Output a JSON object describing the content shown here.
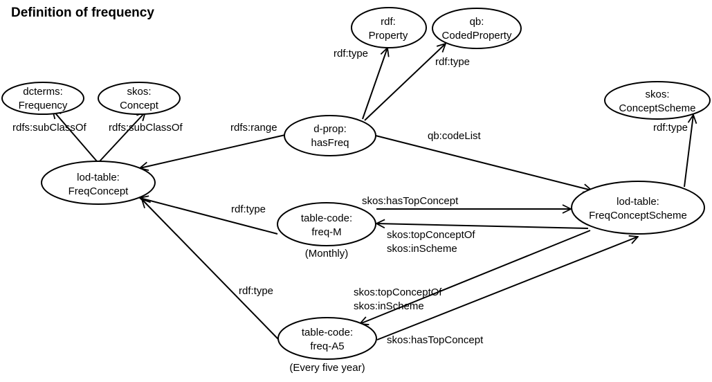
{
  "title": "Definition of frequency",
  "nodes": {
    "rdf_property": [
      "rdf:",
      "Property"
    ],
    "qb_codedproperty": [
      "qb:",
      "CodedProperty"
    ],
    "dcterms_frequency": [
      "dcterms:",
      "Frequency"
    ],
    "skos_concept": [
      "skos:",
      "Concept"
    ],
    "skos_conceptscheme": [
      "skos:",
      "ConceptScheme"
    ],
    "dprop_hasfreq": [
      "d-prop:",
      "hasFreq"
    ],
    "lod_freqconcept": [
      "lod-table:",
      "FreqConcept"
    ],
    "lod_freqconceptscheme": [
      "lod-table:",
      "FreqConceptScheme"
    ],
    "code_freq_m": [
      "table-code:",
      "freq-M"
    ],
    "code_freq_a5": [
      "table-code:",
      "freq-A5"
    ]
  },
  "notes": {
    "freq_m": "(Monthly)",
    "freq_a5": "(Every five year)"
  },
  "edges": {
    "hasfreq_type_property": "rdf:type",
    "hasfreq_type_codedproperty": "rdf:type",
    "freqconcept_subclass_frequency": "rdfs:subClassOf",
    "freqconcept_subclass_concept": "rdfs:subClassOf",
    "hasfreq_range": "rdfs:range",
    "hasfreq_codelist": "qb:codeList",
    "scheme_type": "rdf:type",
    "m_type": "rdf:type",
    "a5_type": "rdf:type",
    "scheme_hastop_m": "skos:hasTopConcept",
    "m_topconceptof": "skos:topConceptOf",
    "m_inscheme": "skos:inScheme",
    "a5_topconceptof": "skos:topConceptOf",
    "a5_inscheme": "skos:inScheme",
    "scheme_hastop_a5": "skos:hasTopConcept"
  }
}
